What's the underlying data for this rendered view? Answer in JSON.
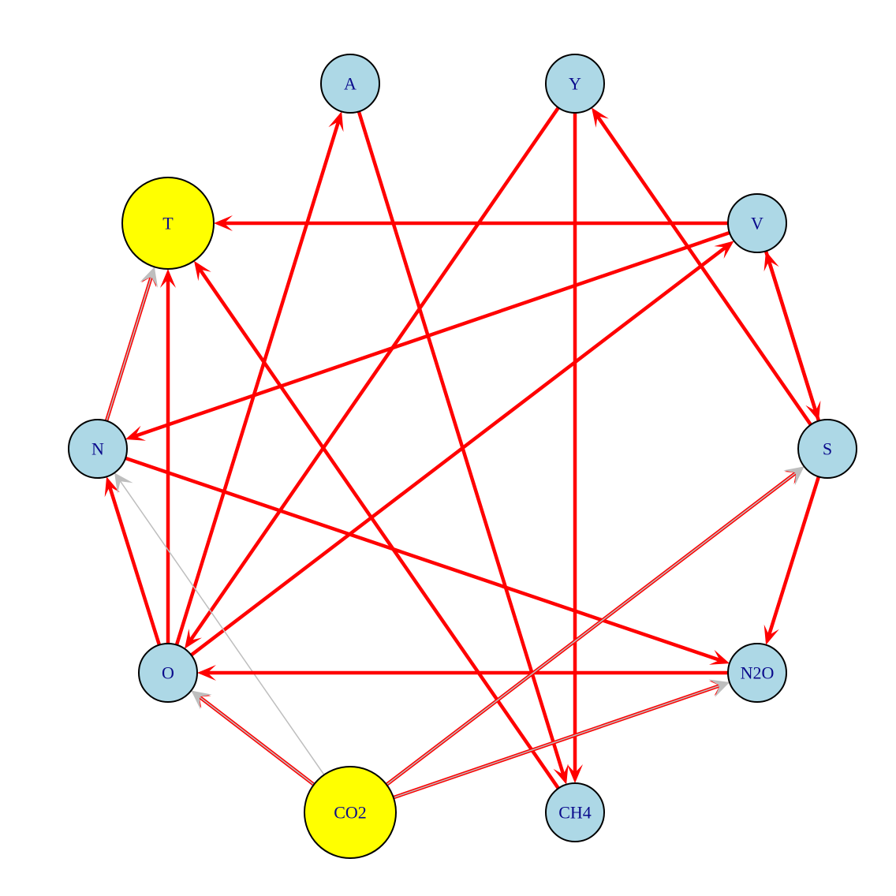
{
  "colors": {
    "node_default": "#add8e6",
    "node_highlight": "#ffff00",
    "node_stroke": "#000000",
    "label": "#0a0a8c",
    "edge_strong": "#ff0000",
    "edge_weak": "#bebebe"
  },
  "nodes": [
    {
      "id": "A",
      "label": "A",
      "highlight": false
    },
    {
      "id": "Y",
      "label": "Y",
      "highlight": false
    },
    {
      "id": "T",
      "label": "T",
      "highlight": true
    },
    {
      "id": "V",
      "label": "V",
      "highlight": false
    },
    {
      "id": "N",
      "label": "N",
      "highlight": false
    },
    {
      "id": "S",
      "label": "S",
      "highlight": false
    },
    {
      "id": "O",
      "label": "O",
      "highlight": false
    },
    {
      "id": "N2O",
      "label": "N2O",
      "highlight": false
    },
    {
      "id": "CO2",
      "label": "CO2",
      "highlight": true
    },
    {
      "id": "CH4",
      "label": "CH4",
      "highlight": false
    }
  ],
  "edges": [
    {
      "from": "V",
      "to": "T",
      "type": "strong"
    },
    {
      "from": "N",
      "to": "T",
      "type": "strong"
    },
    {
      "from": "T",
      "to": "N",
      "type": "weak"
    },
    {
      "from": "O",
      "to": "T",
      "type": "strong"
    },
    {
      "from": "CH4",
      "to": "T",
      "type": "strong"
    },
    {
      "from": "O",
      "to": "A",
      "type": "strong"
    },
    {
      "from": "A",
      "to": "CH4",
      "type": "strong"
    },
    {
      "from": "Y",
      "to": "CH4",
      "type": "strong"
    },
    {
      "from": "Y",
      "to": "O",
      "type": "strong"
    },
    {
      "from": "S",
      "to": "Y",
      "type": "strong"
    },
    {
      "from": "V",
      "to": "S",
      "type": "strong"
    },
    {
      "from": "S",
      "to": "V",
      "type": "strong"
    },
    {
      "from": "V",
      "to": "N",
      "type": "strong"
    },
    {
      "from": "O",
      "to": "V",
      "type": "strong"
    },
    {
      "from": "N",
      "to": "N2O",
      "type": "strong"
    },
    {
      "from": "O",
      "to": "N",
      "type": "strong"
    },
    {
      "from": "N",
      "to": "CO2",
      "type": "weak"
    },
    {
      "from": "S",
      "to": "N2O",
      "type": "strong"
    },
    {
      "from": "N2O",
      "to": "O",
      "type": "strong"
    },
    {
      "from": "CO2",
      "to": "S",
      "type": "strong"
    },
    {
      "from": "S",
      "to": "CO2",
      "type": "weak"
    },
    {
      "from": "CO2",
      "to": "O",
      "type": "strong"
    },
    {
      "from": "O",
      "to": "CO2",
      "type": "weak"
    },
    {
      "from": "CO2",
      "to": "N2O",
      "type": "strong"
    },
    {
      "from": "N2O",
      "to": "CO2",
      "type": "weak"
    }
  ]
}
